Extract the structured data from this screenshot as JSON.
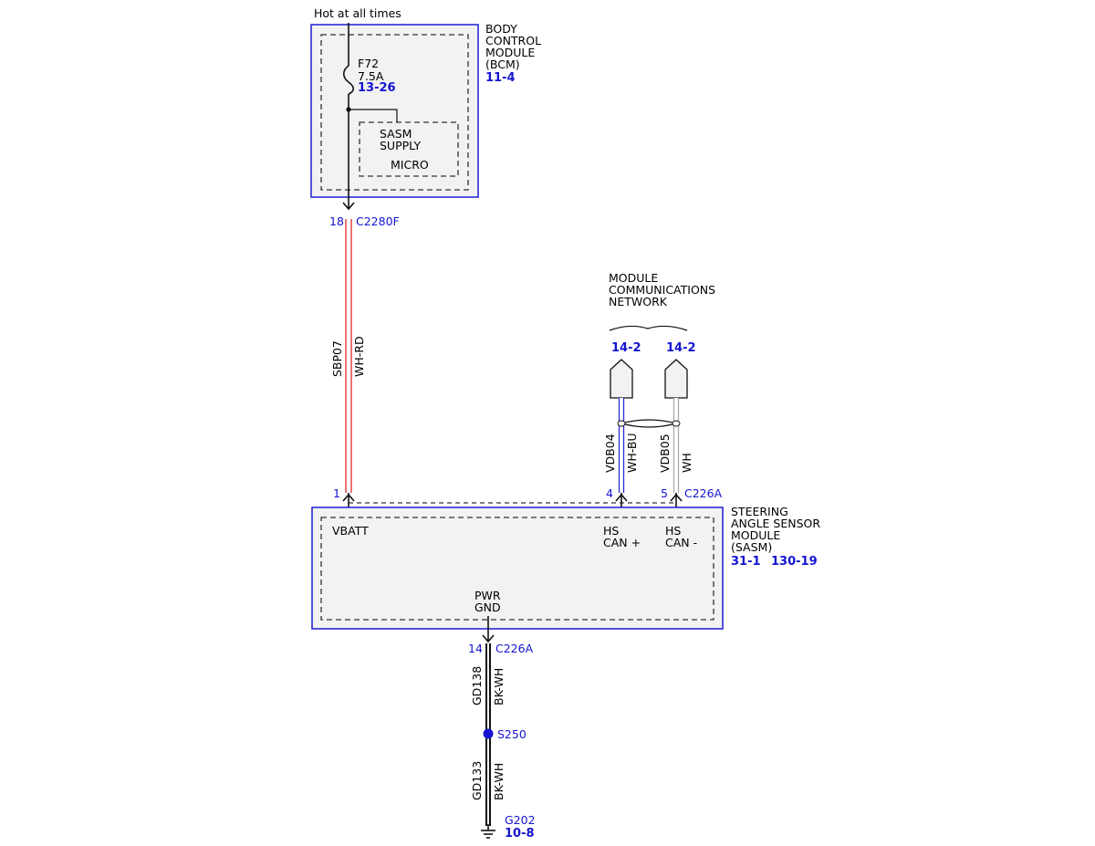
{
  "power": {
    "label": "Hot at all times"
  },
  "bcm": {
    "name_lines": [
      "BODY",
      "CONTROL",
      "MODULE",
      "(BCM)"
    ],
    "ref": "11-4",
    "fuse_name": "F72",
    "fuse_rating": "7.5A",
    "fuse_ref": "13-26",
    "sub_lines": [
      "SASM",
      "SUPPLY"
    ],
    "sub_micro": "MICRO"
  },
  "conn_bcm": {
    "pin": "18",
    "name": "C2280F"
  },
  "wire_power": {
    "circuit": "SBP07",
    "color": "WH-RD",
    "stripe_hex": "#e23a3a"
  },
  "network": {
    "title_lines": [
      "MODULE",
      "COMMUNICATIONS",
      "NETWORK"
    ],
    "ref_left": "14-2",
    "ref_right": "14-2"
  },
  "wire_can_plus": {
    "circuit": "VDB04",
    "color": "WH-BU",
    "stripe_hex": "#2a2ad6"
  },
  "wire_can_minus": {
    "circuit": "VDB05",
    "color": "WH",
    "stripe_hex": "#aaaaaa"
  },
  "conn_sasm_top": {
    "pin_vbatt": "1",
    "pin_can_plus": "4",
    "pin_can_minus": "5",
    "name": "C226A"
  },
  "sasm": {
    "name_lines": [
      "STEERING",
      "ANGLE SENSOR",
      "MODULE",
      "(SASM)"
    ],
    "ref1": "31-1",
    "ref2": "130-19",
    "pin_vbatt": "VBATT",
    "can_plus_lines": [
      "HS",
      "CAN +"
    ],
    "can_minus_lines": [
      "HS",
      "CAN -"
    ],
    "gnd_lines": [
      "PWR",
      "GND"
    ]
  },
  "conn_sasm_bottom": {
    "pin": "14",
    "name": "C226A"
  },
  "wire_gnd1": {
    "circuit": "GD138",
    "color": "BK-WH"
  },
  "splice": {
    "name": "S250"
  },
  "wire_gnd2": {
    "circuit": "GD133",
    "color": "BK-WH"
  },
  "ground": {
    "name": "G202",
    "ref": "10-8"
  },
  "colors": {
    "accent_blue": "#1414d2",
    "box_border": "#2a2ad6",
    "box_fill": "#f2f2f2"
  }
}
